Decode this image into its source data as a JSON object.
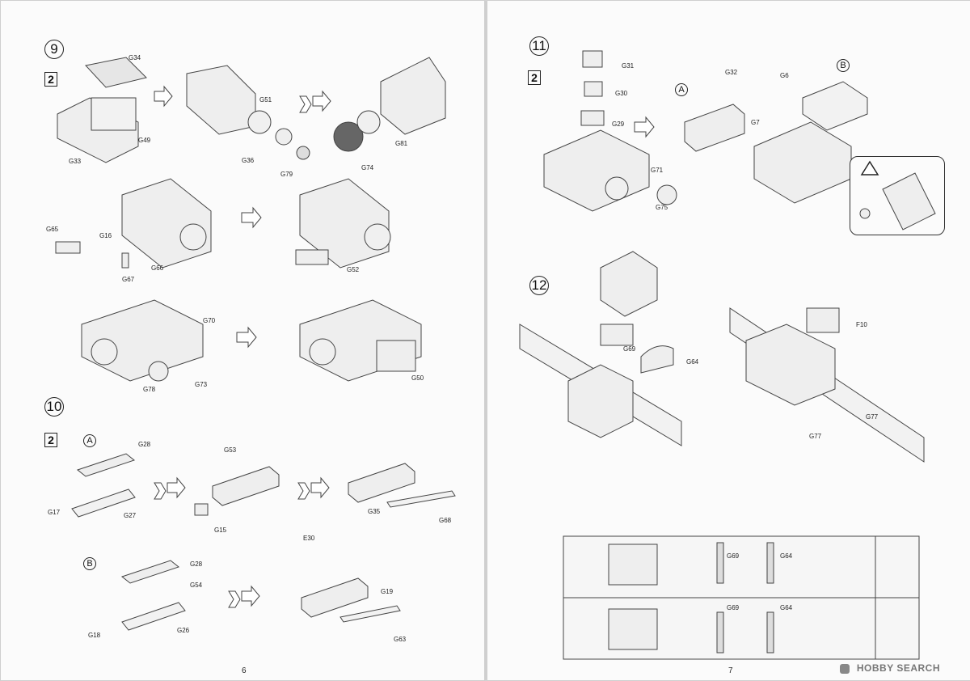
{
  "pages": [
    {
      "id": "left",
      "number": "6"
    },
    {
      "id": "right",
      "number": "7"
    }
  ],
  "steps": {
    "s9": "9",
    "s10": "10",
    "s11": "11",
    "s12": "12"
  },
  "badges": {
    "two": "2"
  },
  "subs": {
    "a": "A",
    "b": "B"
  },
  "parts": {
    "G34": "G34",
    "G49": "G49",
    "G33": "G33",
    "G51": "G51",
    "G36": "G36",
    "G79": "G79",
    "G74": "G74",
    "G81": "G81",
    "G65": "G65",
    "G16": "G16",
    "G66": "G66",
    "G67": "G67",
    "G52": "G52",
    "G70": "G70",
    "G78": "G78",
    "G73": "G73",
    "G50": "G50",
    "G28a": "G28",
    "G17": "G17",
    "G27": "G27",
    "G53": "G53",
    "G15": "G15",
    "G35": "G35",
    "G68": "G68",
    "E30": "E30",
    "G28b": "G28",
    "G54": "G54",
    "G18": "G18",
    "G26": "G26",
    "G19": "G19",
    "G63": "G63",
    "G31": "G31",
    "G30": "G30",
    "G29": "G29",
    "G32": "G32",
    "G6": "G6",
    "G7": "G7",
    "G71": "G71",
    "G75": "G75",
    "G69": "G69",
    "G64": "G64",
    "F10": "F10",
    "G77a": "G77",
    "G77b": "G77",
    "G69b": "G69",
    "G64b": "G64",
    "G69c": "G69",
    "G64c": "G64"
  },
  "watermark": "HOBBY SEARCH",
  "colors": {
    "ink": "#333333",
    "paper": "#fbfbfb",
    "shade": "#cfcfcf"
  }
}
